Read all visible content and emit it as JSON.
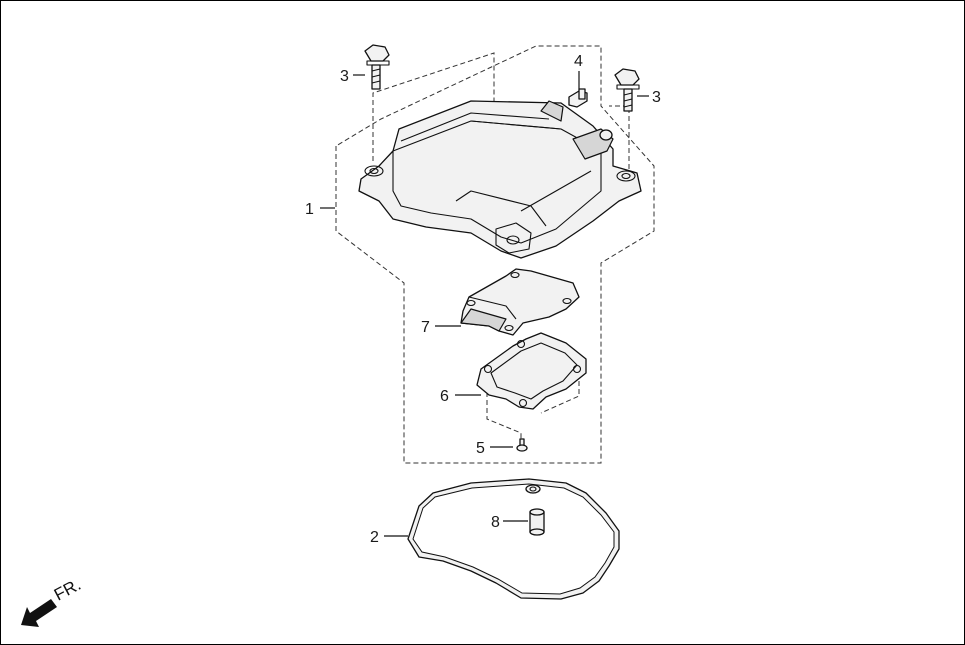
{
  "diagram": {
    "callouts": [
      {
        "id": "1",
        "label": "1"
      },
      {
        "id": "2",
        "label": "2"
      },
      {
        "id": "3a",
        "label": "3"
      },
      {
        "id": "3b",
        "label": "3"
      },
      {
        "id": "4",
        "label": "4"
      },
      {
        "id": "5",
        "label": "5"
      },
      {
        "id": "6",
        "label": "6"
      },
      {
        "id": "7",
        "label": "7"
      },
      {
        "id": "8",
        "label": "8"
      }
    ],
    "front_marker": {
      "label": "FR."
    },
    "colors": {
      "line": "#111111",
      "part_fill": "#f2f2f2",
      "shade": "#d6d6d6",
      "background": "#ffffff"
    }
  }
}
